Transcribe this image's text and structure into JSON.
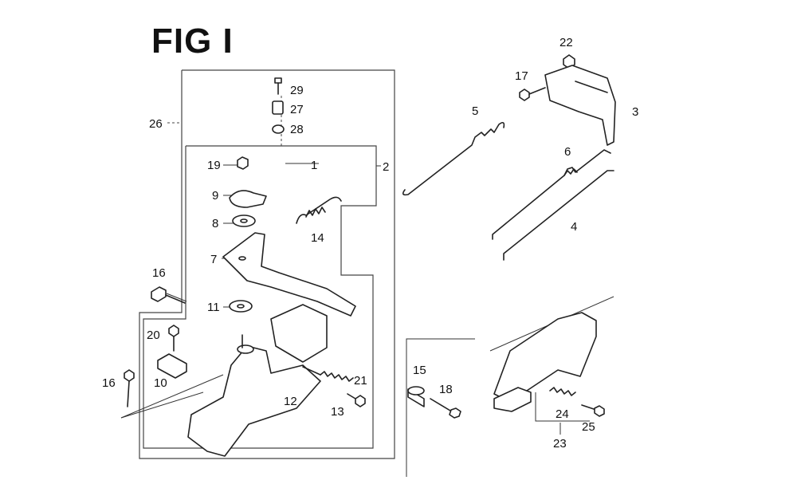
{
  "figure_title": "FIG I",
  "callouts": [
    {
      "id": "29",
      "label": "29"
    },
    {
      "id": "27",
      "label": "27"
    },
    {
      "id": "28",
      "label": "28"
    },
    {
      "id": "26",
      "label": "26"
    },
    {
      "id": "19",
      "label": "19"
    },
    {
      "id": "1",
      "label": "1"
    },
    {
      "id": "2",
      "label": "2"
    },
    {
      "id": "9",
      "label": "9"
    },
    {
      "id": "8",
      "label": "8"
    },
    {
      "id": "14",
      "label": "14"
    },
    {
      "id": "7",
      "label": "7"
    },
    {
      "id": "16a",
      "label": "16"
    },
    {
      "id": "11",
      "label": "11"
    },
    {
      "id": "20",
      "label": "20"
    },
    {
      "id": "10",
      "label": "10"
    },
    {
      "id": "16b",
      "label": "16"
    },
    {
      "id": "12",
      "label": "12"
    },
    {
      "id": "13",
      "label": "13"
    },
    {
      "id": "21",
      "label": "21"
    },
    {
      "id": "5",
      "label": "5"
    },
    {
      "id": "22",
      "label": "22"
    },
    {
      "id": "17",
      "label": "17"
    },
    {
      "id": "3",
      "label": "3"
    },
    {
      "id": "6",
      "label": "6"
    },
    {
      "id": "4",
      "label": "4"
    },
    {
      "id": "15",
      "label": "15"
    },
    {
      "id": "18",
      "label": "18"
    },
    {
      "id": "24",
      "label": "24"
    },
    {
      "id": "25",
      "label": "25"
    },
    {
      "id": "23",
      "label": "23"
    }
  ]
}
